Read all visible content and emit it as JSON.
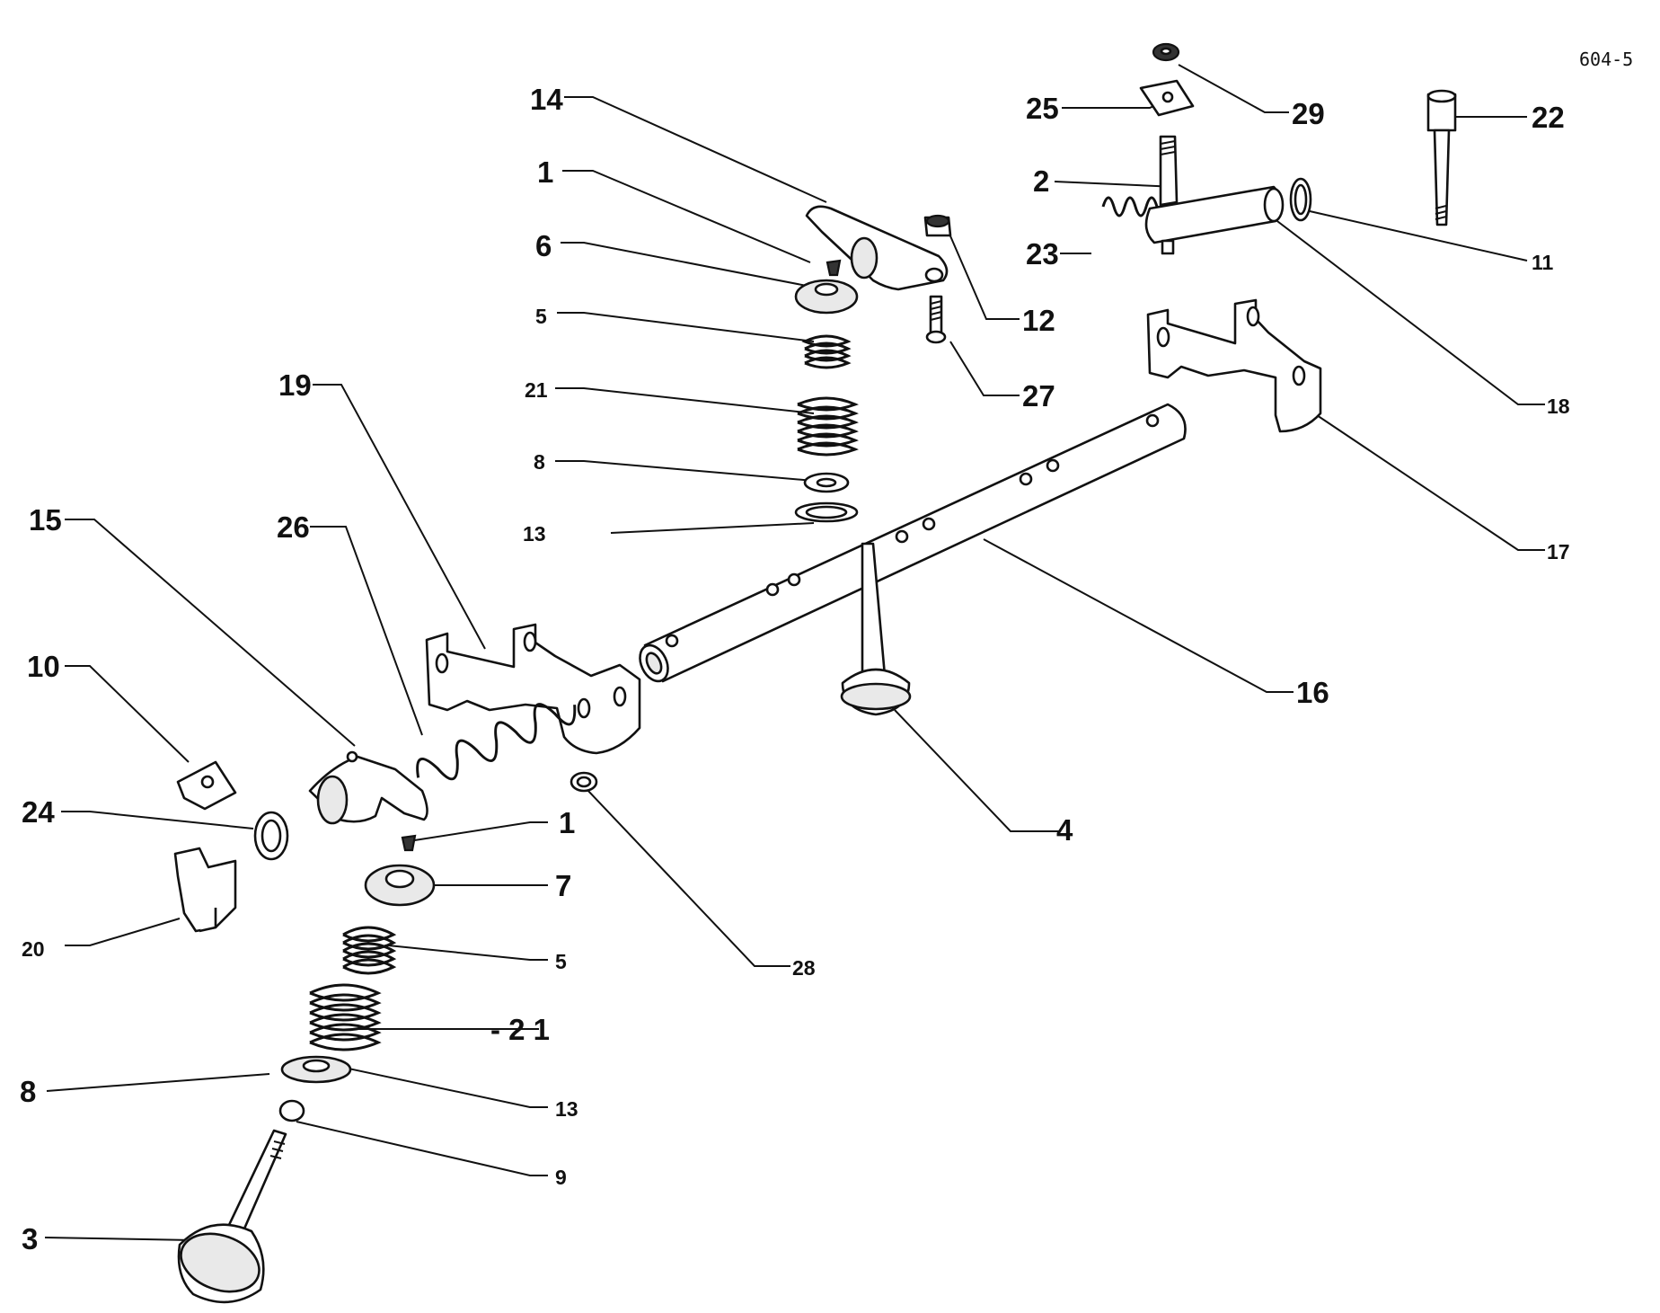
{
  "drawing_ref": "604-5",
  "callouts": [
    "14",
    "1",
    "6",
    "5",
    "21",
    "8",
    "13",
    "19",
    "15",
    "26",
    "10",
    "24",
    "20",
    "25",
    "29",
    "22",
    "2",
    "23",
    "11",
    "12",
    "27",
    "18",
    "17",
    "16",
    "4",
    "28",
    "1",
    "7",
    "5",
    "- 2 1",
    "8",
    "13",
    "9",
    "3"
  ],
  "parts": [
    "rocker-arm-upper",
    "rocker-arm-lower",
    "rocker-shaft",
    "rocker-bracket-left",
    "rocker-bracket-right",
    "clamp-10",
    "bracket-20",
    "valve-upper",
    "valve-lower",
    "adjuster-screw",
    "stud-22",
    "shaft-18"
  ]
}
